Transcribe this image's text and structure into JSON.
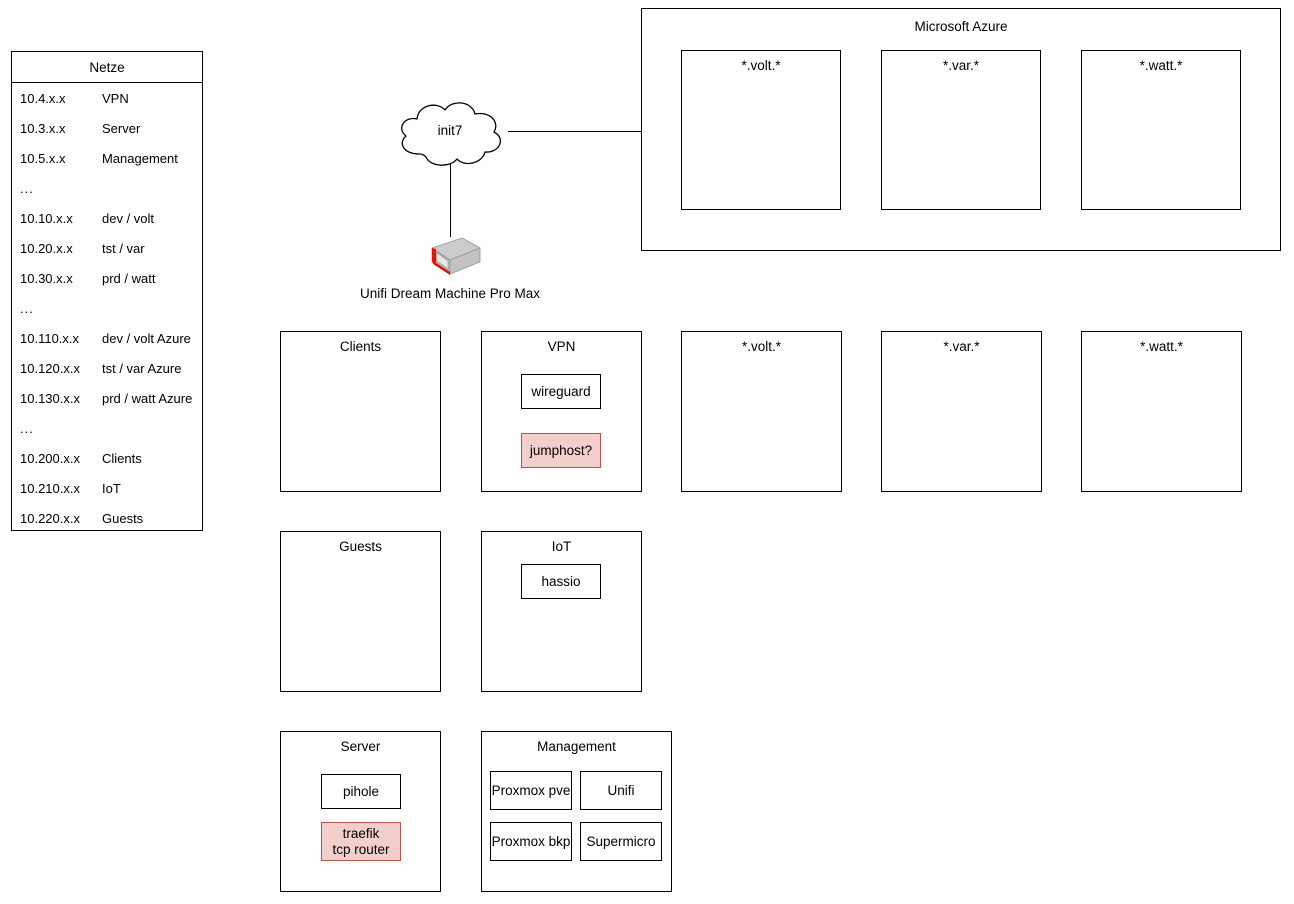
{
  "netze": {
    "title": "Netze",
    "rows": [
      {
        "cidr": "10.4.x.x",
        "label": "VPN"
      },
      {
        "cidr": "10.3.x.x",
        "label": "Server"
      },
      {
        "cidr": "10.5.x.x",
        "label": "Management"
      },
      {
        "cidr": "...",
        "label": ""
      },
      {
        "cidr": "10.10.x.x",
        "label": "dev / volt"
      },
      {
        "cidr": "10.20.x.x",
        "label": "tst / var"
      },
      {
        "cidr": "10.30.x.x",
        "label": "prd / watt"
      },
      {
        "cidr": "...",
        "label": ""
      },
      {
        "cidr": "10.110.x.x",
        "label": "dev / volt Azure"
      },
      {
        "cidr": "10.120.x.x",
        "label": "tst / var Azure"
      },
      {
        "cidr": "10.130.x.x",
        "label": "prd / watt Azure"
      },
      {
        "cidr": "...",
        "label": ""
      },
      {
        "cidr": "10.200.x.x",
        "label": "Clients"
      },
      {
        "cidr": "10.210.x.x",
        "label": "IoT"
      },
      {
        "cidr": "10.220.x.x",
        "label": "Guests"
      }
    ]
  },
  "isp": {
    "name": "init7"
  },
  "router": {
    "name": "Unifi Dream Machine Pro Max"
  },
  "azure": {
    "title": "Microsoft Azure",
    "zones": [
      {
        "title": "*.volt.*"
      },
      {
        "title": "*.var.*"
      },
      {
        "title": "*.watt.*"
      }
    ]
  },
  "vlans": [
    {
      "title": "Clients",
      "nodes": []
    },
    {
      "title": "VPN",
      "nodes": [
        {
          "label": "wireguard",
          "style": "plain"
        },
        {
          "label": "jumphost?",
          "style": "alert"
        }
      ]
    },
    {
      "title": "*.volt.*",
      "nodes": []
    },
    {
      "title": "*.var.*",
      "nodes": []
    },
    {
      "title": "*.watt.*",
      "nodes": []
    },
    {
      "title": "Guests",
      "nodes": []
    },
    {
      "title": "IoT",
      "nodes": [
        {
          "label": "hassio",
          "style": "plain"
        }
      ]
    },
    {
      "title": "Server",
      "nodes": [
        {
          "label": "pihole",
          "style": "plain"
        },
        {
          "label": "traefik",
          "label2": "tcp router",
          "style": "alert"
        }
      ]
    },
    {
      "title": "Management",
      "nodes": [
        {
          "label": "Proxmox pve",
          "style": "plain"
        },
        {
          "label": "Unifi",
          "style": "plain"
        },
        {
          "label": "Proxmox bkp",
          "style": "plain"
        },
        {
          "label": "Supermicro",
          "style": "plain"
        }
      ]
    }
  ],
  "colors": {
    "stroke": "#000000",
    "fill": "#ffffff",
    "alert_fill": "#f2cfcc",
    "alert_stroke": "#b85450",
    "device_body": "#b3b3b3",
    "device_top": "#cccccc",
    "device_accent": "#e51400"
  }
}
